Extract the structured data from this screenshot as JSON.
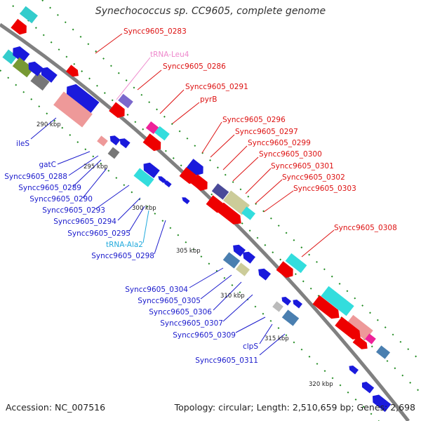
{
  "header": {
    "title": "Synechococcus sp. CC9605, complete genome"
  },
  "footer": {
    "accession": "Accession: NC_007516",
    "topology": "Topology: circular; Length: 2,510,659 bp; Genes: 2,698"
  },
  "colors": {
    "forward_label": "#dd1111",
    "reverse_label": "#1a1acc",
    "trna_leu": "#ee88cc",
    "trna_ala": "#22aadd",
    "backbone": "#808080",
    "tick_green": "#1f8a1f"
  },
  "ticks": [
    {
      "label": "290 kbp"
    },
    {
      "label": "295 kbp"
    },
    {
      "label": "300 kbp"
    },
    {
      "label": "305 kbp"
    },
    {
      "label": "310 kbp"
    },
    {
      "label": "315 kbp"
    },
    {
      "label": "320 kbp"
    }
  ],
  "right_labels": [
    {
      "text": "Syncc9605_0283",
      "kind": "forward"
    },
    {
      "text": "tRNA-Leu4",
      "kind": "trna_leu"
    },
    {
      "text": "Syncc9605_0286",
      "kind": "forward"
    },
    {
      "text": "Syncc9605_0291",
      "kind": "forward"
    },
    {
      "text": "pyrB",
      "kind": "forward"
    },
    {
      "text": "Syncc9605_0296",
      "kind": "forward"
    },
    {
      "text": "Syncc9605_0297",
      "kind": "forward"
    },
    {
      "text": "Syncc9605_0299",
      "kind": "forward"
    },
    {
      "text": "Syncc9605_0300",
      "kind": "forward"
    },
    {
      "text": "Syncc9605_0301",
      "kind": "forward"
    },
    {
      "text": "Syncc9605_0302",
      "kind": "forward"
    },
    {
      "text": "Syncc9605_0303",
      "kind": "forward"
    },
    {
      "text": "Syncc9605_0308",
      "kind": "forward"
    }
  ],
  "left_labels": [
    {
      "text": "ileS",
      "kind": "reverse"
    },
    {
      "text": "gatC",
      "kind": "reverse"
    },
    {
      "text": "Syncc9605_0288",
      "kind": "reverse"
    },
    {
      "text": "Syncc9605_0289",
      "kind": "reverse"
    },
    {
      "text": "Syncc9605_0290",
      "kind": "reverse"
    },
    {
      "text": "Syncc9605_0293",
      "kind": "reverse"
    },
    {
      "text": "Syncc9605_0294",
      "kind": "reverse"
    },
    {
      "text": "Syncc9605_0295",
      "kind": "reverse"
    },
    {
      "text": "tRNA-Ala2",
      "kind": "trna_ala"
    },
    {
      "text": "Syncc9605_0298",
      "kind": "reverse"
    },
    {
      "text": "Syncc9605_0304",
      "kind": "reverse"
    },
    {
      "text": "Syncc9605_0305",
      "kind": "reverse"
    },
    {
      "text": "Syncc9605_0306",
      "kind": "reverse"
    },
    {
      "text": "Syncc9605_0307",
      "kind": "reverse"
    },
    {
      "text": "Syncc9605_0309",
      "kind": "reverse"
    },
    {
      "text": "clpS",
      "kind": "reverse"
    },
    {
      "text": "Syncc9605_0311",
      "kind": "reverse"
    }
  ]
}
